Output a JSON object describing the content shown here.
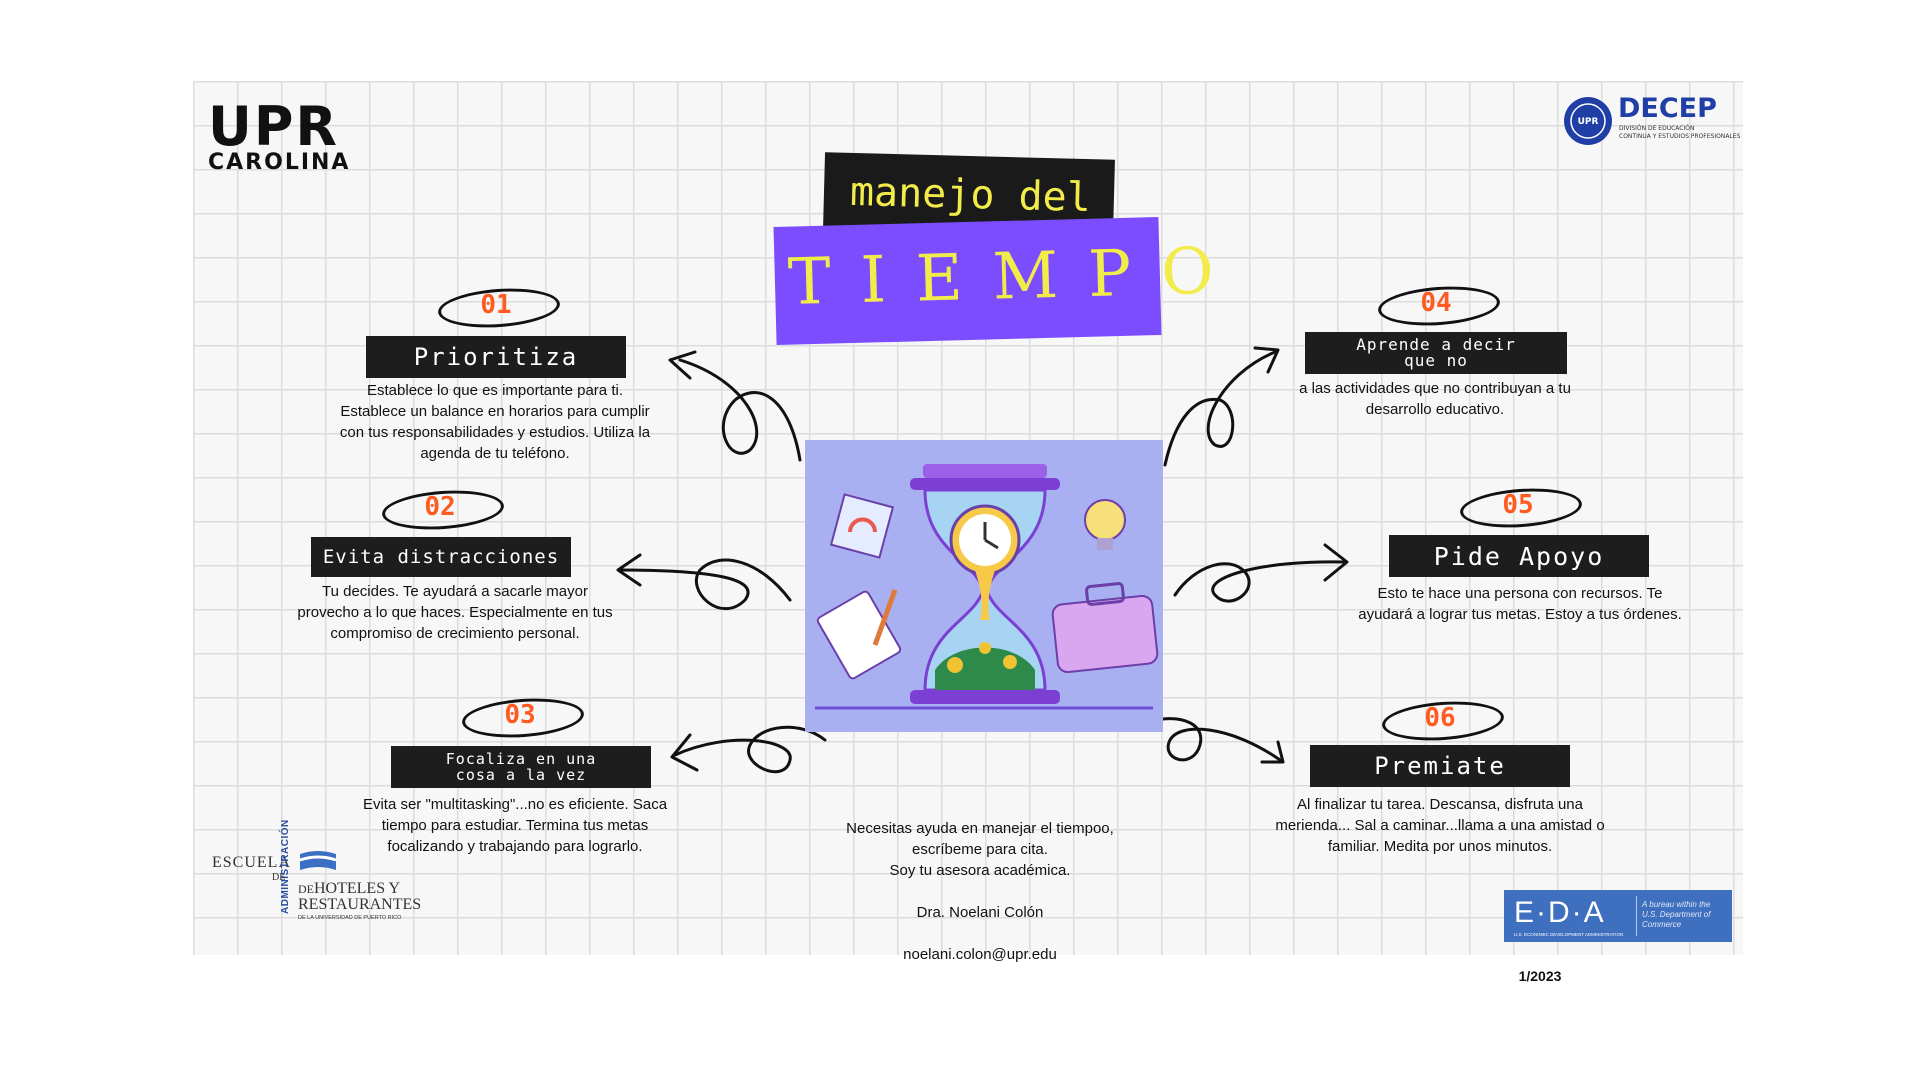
{
  "logos": {
    "upr_top": "UPR",
    "upr_bottom": "CAROLINA",
    "decep_title": "DECEP",
    "decep_sub1": "DIVISIÓN DE EDUCACIÓN",
    "decep_sub2": "CONTINUA Y ESTUDIOS PROFESIONALES",
    "escuela_line1": "ESCUELA",
    "escuela_de": "DE",
    "escuela_admin": "ADMINISTRACIÓN",
    "escuela_de2": "DE",
    "escuela_hoteles": "HOTELES Y",
    "escuela_restaurantes": "RESTAURANTES",
    "escuela_upr": "DE LA UNIVERSIDAD DE PUERTO RICO",
    "eda_mark": "E·D·A",
    "eda_caption": "U.S. ECONOMIC DEVELOPMENT ADMINISTRATION",
    "eda_side": "A bureau within the U.S. Department of Commerce"
  },
  "title": {
    "line1": "manejo del",
    "line2": "TIEMPO"
  },
  "items": [
    {
      "number": "01",
      "label": "Prioritiza",
      "desc": [
        "Establece lo que es importante para ti.",
        "Establece un balance en horarios para cumplir",
        "con tus responsabilidades y estudios.  Utiliza la",
        "agenda de tu teléfono."
      ]
    },
    {
      "number": "02",
      "label": "Evita distracciones",
      "desc": [
        "Tu decides. Te ayudará a sacarle mayor",
        "provecho a lo que haces.  Especialmente en tus",
        "compromiso de crecimiento personal."
      ]
    },
    {
      "number": "03",
      "label_line1": "Focaliza en una",
      "label_line2": "cosa a la vez",
      "desc": [
        "Evita ser \"multitasking\"...no es eficiente. Saca",
        "tiempo para estudiar.  Termina tus metas",
        "focalizando y trabajando para lograrlo."
      ]
    },
    {
      "number": "04",
      "label_line1": "Aprende a decir",
      "label_line2": "que no",
      "desc": [
        "a las actividades que no contribuyan a tu",
        "desarrollo educativo."
      ]
    },
    {
      "number": "05",
      "label": "Pide Apoyo",
      "desc": [
        "Esto te hace una persona con recursos.  Te",
        "ayudará a lograr tus metas. Estoy a tus órdenes."
      ]
    },
    {
      "number": "06",
      "label": "Premiate",
      "desc": [
        "Al finalizar tu tarea. Descansa, disfruta una",
        "merienda... Sal a caminar...llama a una amistad o",
        "familiar. Medita por unos minutos."
      ]
    }
  ],
  "contact": {
    "line1": "Necesitas ayuda en manejar el tiempoo,",
    "line2": "escríbeme para cita.",
    "line3": "Soy tu asesora académica.",
    "name": "Dra. Noelani Colón",
    "email": "noelani.colon@upr.edu"
  },
  "date": "1/2023",
  "colors": {
    "accent_purple": "#7c4dff",
    "title_yellow": "#f2ec4a",
    "number_orange": "#ff5a1f",
    "label_black": "#1d1d1d",
    "image_bg": "#a9b0f2"
  },
  "icons": [
    "hourglass-clock-icon",
    "lightbulb-icon",
    "briefcase-icon",
    "notepad-icon",
    "sticky-note-icon",
    "curly-arrow-icon"
  ]
}
